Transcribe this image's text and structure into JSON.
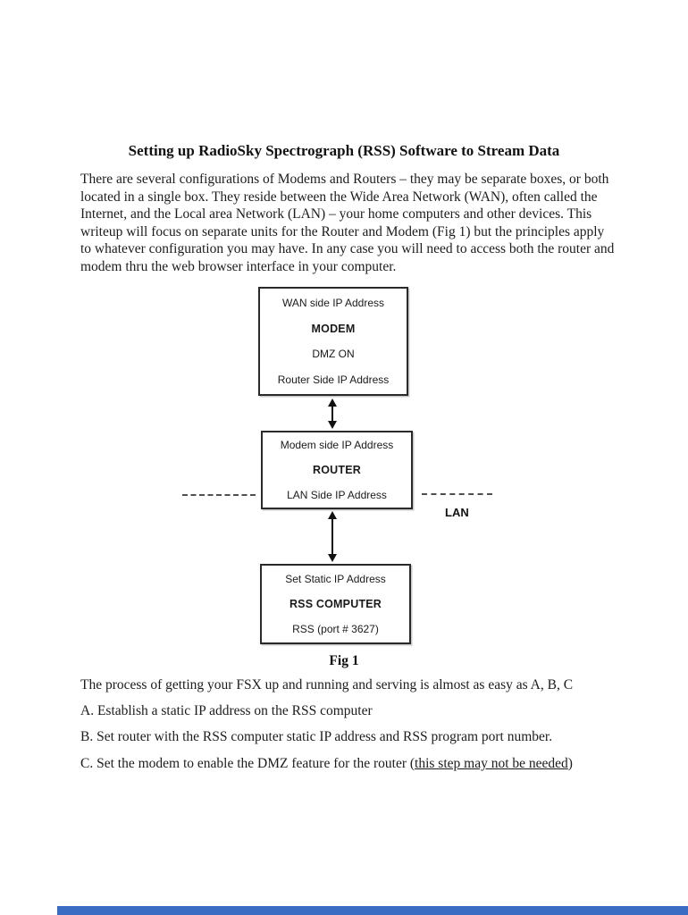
{
  "document": {
    "title": "Setting up RadioSky Spectrograph (RSS) Software to Stream Data",
    "intro": "There are several configurations of Modems and Routers – they may be separate boxes, or both located in a single box.  They reside between the Wide Area Network (WAN), often called the Internet, and the Local area Network (LAN) – your home computers and other devices.  This writeup will focus on separate units for the Router and Modem (Fig 1) but the principles apply to whatever configuration you may have.  In any case you will need to access both the router and modem thru the web browser interface in your computer."
  },
  "diagram": {
    "modem": {
      "lines": [
        "WAN side IP Address",
        "MODEM",
        "DMZ ON",
        "Router Side IP Address"
      ]
    },
    "router": {
      "lines": [
        "Modem side IP Address",
        "ROUTER",
        "LAN Side IP Address"
      ]
    },
    "rss_computer": {
      "lines": [
        "Set Static IP Address",
        "RSS COMPUTER",
        "RSS (port # 3627)"
      ]
    },
    "lan_label": "LAN",
    "caption": "Fig 1"
  },
  "steps": {
    "intro": "The process of getting your FSX up and running and serving is almost as easy as A, B, C",
    "a": "A. Establish a static IP address on the RSS computer",
    "b": "B. Set router with the RSS computer static IP address and RSS program port number.",
    "c_prefix": "C. Set the modem to enable the DMZ feature for the router (",
    "c_underlined": "this step may not be needed",
    "c_suffix": ")"
  },
  "colors": {
    "footer_bar": "#3a6cc3",
    "text": "#1c1c1c",
    "box_border": "#2a2a2a",
    "dashed_line": "#4f4f4f"
  }
}
